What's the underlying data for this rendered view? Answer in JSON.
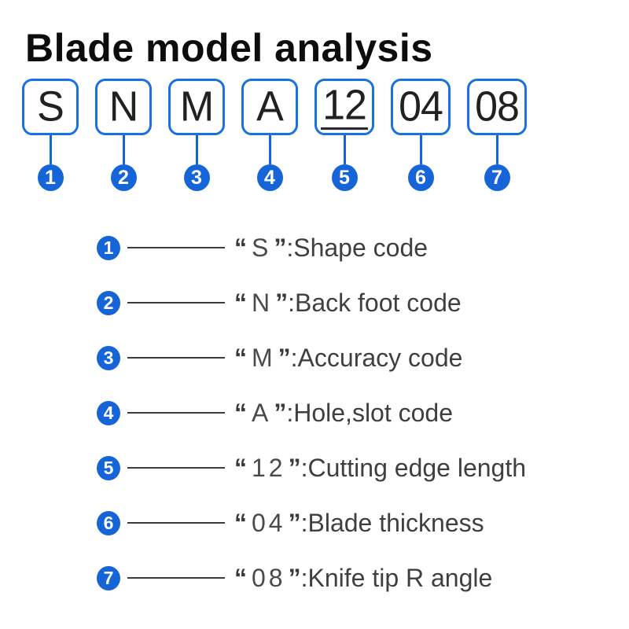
{
  "title": "Blade model analysis",
  "colors": {
    "blue_primary": "#1565d8",
    "box_border": "#1a70e0",
    "title_text": "#0d0d0d",
    "box_text": "#212121",
    "legend_text": "#3f3f3f",
    "legend_line": "#3c3c3c"
  },
  "quotes": {
    "open": "“",
    "close": "”"
  },
  "boxes": [
    {
      "label": "S",
      "num": "1"
    },
    {
      "label": "N",
      "num": "2"
    },
    {
      "label": "M",
      "num": "3"
    },
    {
      "label": "A",
      "num": "4"
    },
    {
      "label": "12",
      "num": "5"
    },
    {
      "label": "04",
      "num": "6"
    },
    {
      "label": "08",
      "num": "7"
    }
  ],
  "legend": [
    {
      "num": "1",
      "code": "S",
      "desc": ":Shape code"
    },
    {
      "num": "2",
      "code": "N",
      "desc": ":Back foot code"
    },
    {
      "num": "3",
      "code": "M",
      "desc": ":Accuracy code"
    },
    {
      "num": "4",
      "code": "A",
      "desc": ":Hole,slot code"
    },
    {
      "num": "5",
      "code": "12",
      "desc": ":Cutting edge length"
    },
    {
      "num": "6",
      "code": "04",
      "desc": ":Blade thickness"
    },
    {
      "num": "7",
      "code": "08",
      "desc": ":Knife tip R angle"
    }
  ]
}
